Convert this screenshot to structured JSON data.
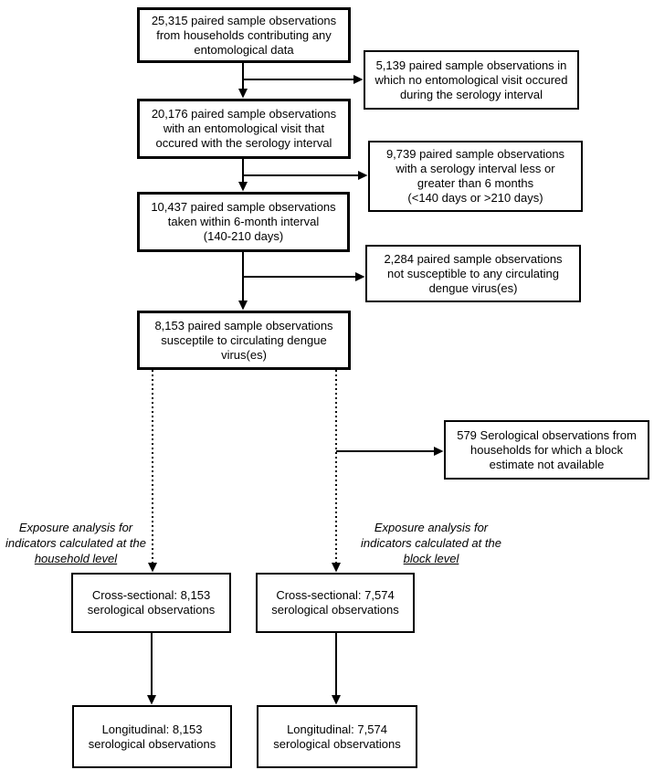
{
  "diagram": {
    "colors": {
      "box_border": "#000000",
      "text": "#000000",
      "background": "#ffffff"
    },
    "main_flow": [
      {
        "text": "25,315 paired sample observations\nfrom households contributing any\nentomological data"
      },
      {
        "text": "20,176 paired sample observations\nwith an entomological visit that\noccured with the serology interval"
      },
      {
        "text": "10,437 paired sample observations\ntaken within 6-month interval\n(140-210 days)"
      },
      {
        "text": "8,153 paired sample observations\nsusceptile to circulating dengue\nvirus(es)"
      }
    ],
    "exclusions": [
      {
        "text": "5,139 paired sample observations in\nwhich no entomological visit occured\nduring the serology interval"
      },
      {
        "text": "9,739 paired sample observations\nwith a serology interval less or\ngreater than 6 months\n(<140 days or >210 days)"
      },
      {
        "text": "2,284 paired sample observations\nnot susceptible to any circulating\ndengue virus(es)"
      },
      {
        "text": "579 Serological observations from\nhouseholds for which a block\nestimate not available"
      }
    ],
    "analysis_labels": {
      "household": {
        "intro": "Exposure analysis for\nindicators calculated at the",
        "underlined": "household level"
      },
      "block": {
        "intro": "Exposure analysis for\nindicators calculated at the",
        "underlined": "block level"
      }
    },
    "household_branch": {
      "cross_sectional": "Cross-sectional: 8,153\nserological observations",
      "longitudinal": "Longitudinal: 8,153\nserological observations"
    },
    "block_branch": {
      "cross_sectional": "Cross-sectional: 7,574\nserological observations",
      "longitudinal": "Longitudinal: 7,574\nserological observations"
    }
  }
}
